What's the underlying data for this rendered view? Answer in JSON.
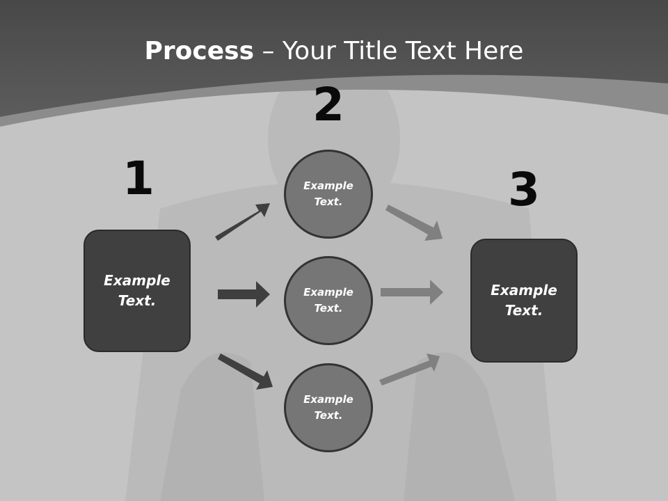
{
  "title": {
    "bold": "Process",
    "rest": " – Your Title Text Here"
  },
  "steps": [
    {
      "number": "1",
      "box_text": "Example\nText."
    },
    {
      "number": "2"
    },
    {
      "number": "3",
      "box_text": "Example\nText."
    }
  ],
  "circles": [
    {
      "text": "Example\nText."
    },
    {
      "text": "Example\nText."
    },
    {
      "text": "Example\nText."
    }
  ],
  "colors": {
    "header": "#555555",
    "background": "#c4c4c4",
    "box": "#404040",
    "circle": "#767676",
    "arrow_dark": "#3f3f3f",
    "arrow_light": "#808080"
  }
}
